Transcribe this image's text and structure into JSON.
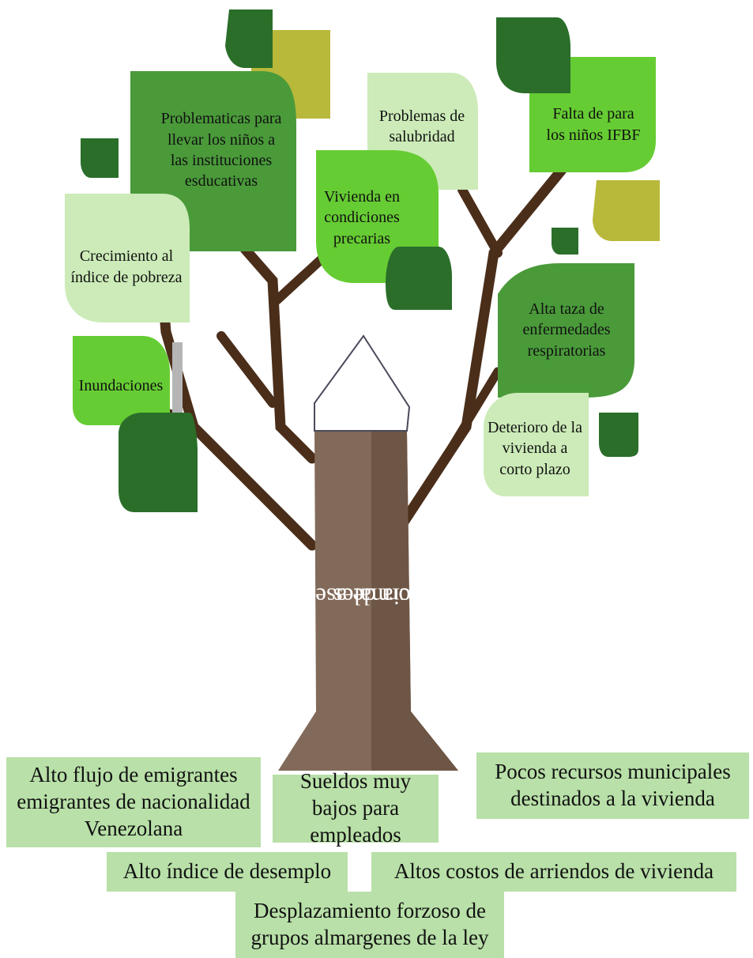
{
  "colors": {
    "trunk": "#826a5a",
    "trunk_dark": "#6e5646",
    "branch": "#4a2e1a",
    "dark_green": "#2a6e2a",
    "mid_green": "#4a9a3a",
    "bright_green": "#66cc33",
    "light_green": "#ccebb8",
    "olive": "#b8b83a",
    "root_box": "#b8e0a8"
  },
  "trunk": {
    "title_line1": "Existencia de asentamientos",
    "title_line2": "informales"
  },
  "effects": [
    {
      "id": "problematicas",
      "text": "Problematicas para llevar los niños a las instituciones esducativas"
    },
    {
      "id": "salubridad",
      "text": "Problemas de salubridad"
    },
    {
      "id": "falta",
      "text": "Falta de para los niños IFBF"
    },
    {
      "id": "vivienda_precaria",
      "text": "Vivienda en condiciones precarias"
    },
    {
      "id": "crecimiento",
      "text": "Crecimiento al índice de pobreza"
    },
    {
      "id": "enfermedades",
      "text": "Alta taza de enfermedades respiratorias"
    },
    {
      "id": "inundaciones",
      "text": "Inundaciones"
    },
    {
      "id": "deterioro",
      "text": "Deterioro de la vivienda a corto plazo"
    }
  ],
  "causes": [
    {
      "id": "flujo",
      "text": "Alto flujo de emigrantes emigrantes de nacionalidad Venezolana"
    },
    {
      "id": "sueldos",
      "text": "Sueldos muy bajos para empleados"
    },
    {
      "id": "recursos",
      "text": "Pocos recursos municipales destinados a la vivienda"
    },
    {
      "id": "desempleo",
      "text": "Alto índice de desemplo"
    },
    {
      "id": "arriendos",
      "text": "Altos costos de arriendos de vivienda"
    },
    {
      "id": "desplazamiento",
      "text": "Desplazamiento forzoso de grupos almargenes de la ley"
    }
  ]
}
